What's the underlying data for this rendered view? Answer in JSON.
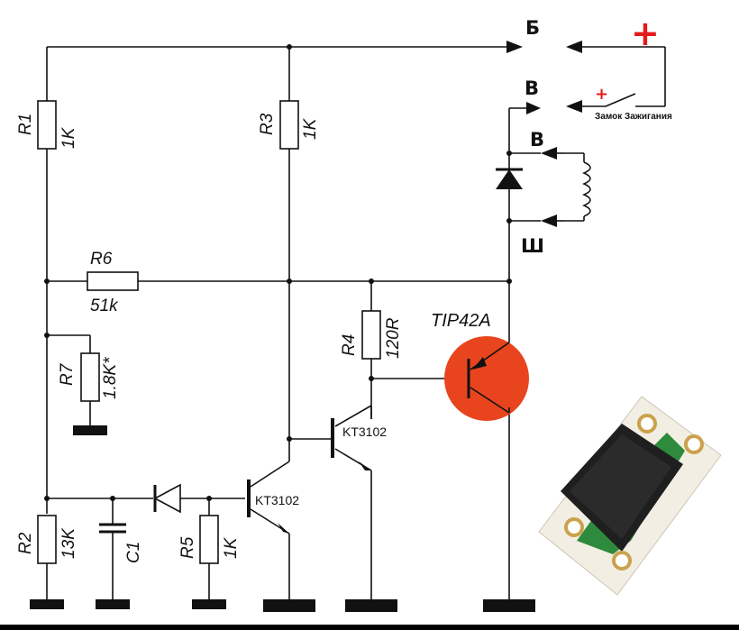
{
  "colors": {
    "transistor_fill": "#e8451e",
    "plus_red": "#e31b1b",
    "wire": "#111111"
  },
  "components": {
    "r1": {
      "name": "R1",
      "value": "1K"
    },
    "r2": {
      "name": "R2",
      "value": "13K"
    },
    "r3": {
      "name": "R3",
      "value": "1K"
    },
    "r4": {
      "name": "R4",
      "value": "120R"
    },
    "r5": {
      "name": "R5",
      "value": "1K"
    },
    "r6": {
      "name": "R6",
      "value": "51k"
    },
    "r7": {
      "name": "R7",
      "value": "1.8K*"
    },
    "c1": {
      "name": "C1"
    },
    "q1": {
      "name": "KT3102"
    },
    "q2": {
      "name": "KT3102"
    },
    "q3": {
      "name": "TIP42A"
    }
  },
  "terminals": {
    "b_top": "Б",
    "v_top": "В",
    "v_mid": "В",
    "sh": "Ш"
  },
  "ignition": {
    "plus_big": "+",
    "plus_small": "+",
    "label": "Замок Зажигания"
  }
}
